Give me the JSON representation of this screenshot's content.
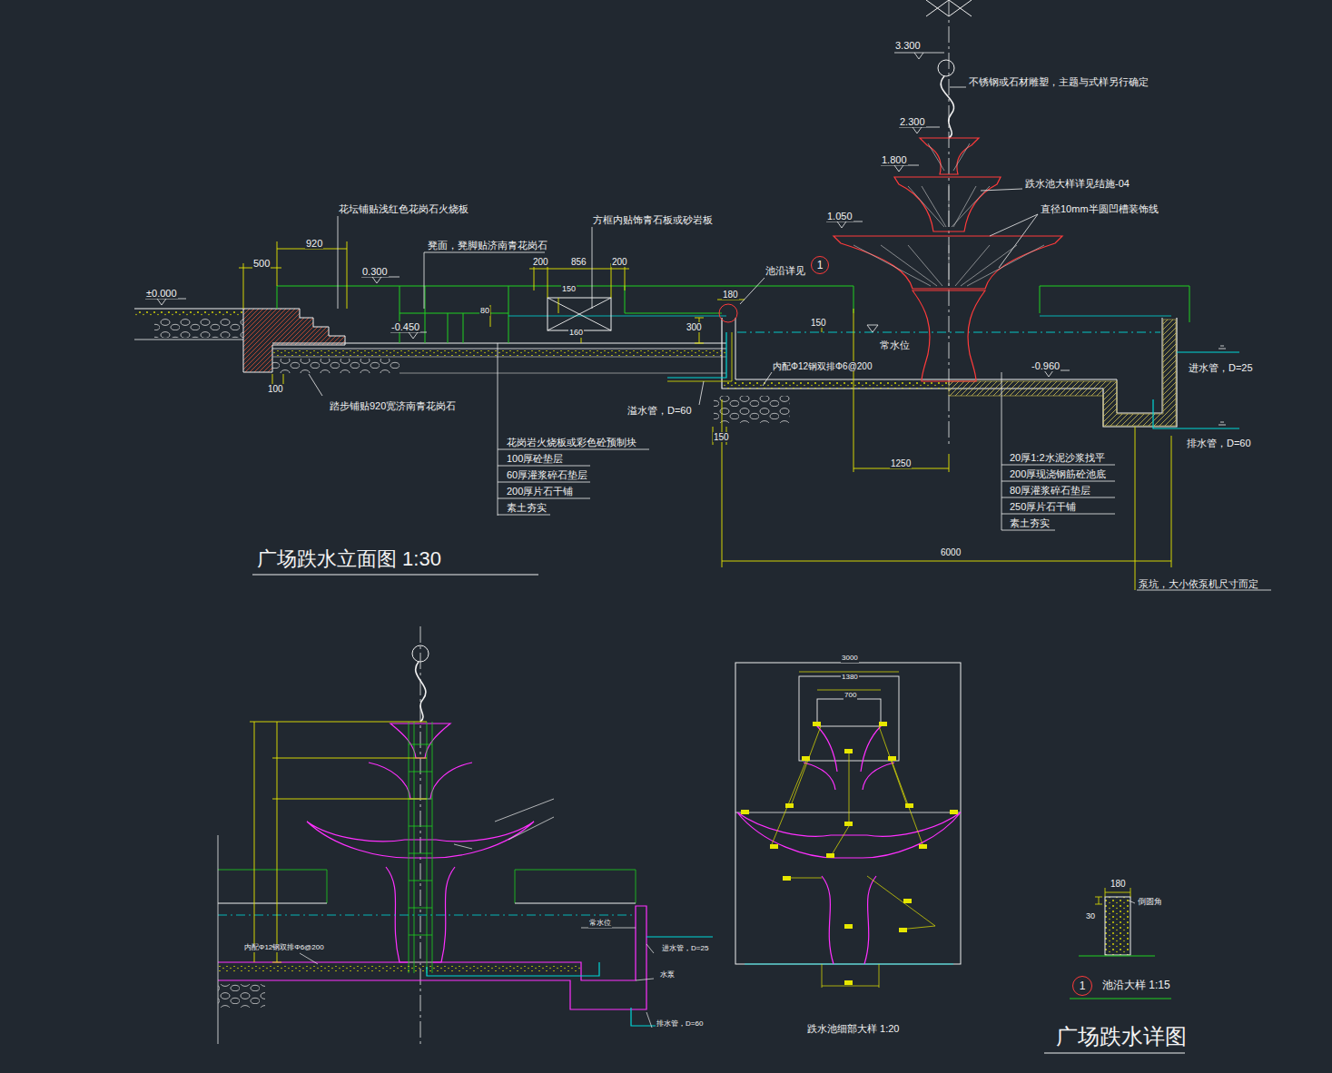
{
  "diagram": {
    "title": "广场跌水详图",
    "nodes": [
      {
        "text": [
          "1"
        ]
      },
      {
        "text": [
          "1"
        ]
      }
    ],
    "labels": [
      "3.300",
      "不锈钢或石材雕塑，主题与式样另行确定",
      "2.300",
      "1.800",
      "跌水池大样详见结施-04",
      "1.050",
      "直径10mm半圆凹槽装饰线",
      "花坛铺贴浅红色花岗石火烧板",
      "920",
      "500",
      "±0.000",
      "0.300",
      "凳面，凳脚贴济南青花岗石",
      "方框内贴饰青石板或砂岩板",
      "200",
      "856",
      "200",
      "池沿详见",
      "-0.450",
      "80",
      "150",
      "160",
      "180",
      "300",
      "150",
      "常水位",
      "内配Φ12钢双排Φ6@200",
      "-0.960",
      "进水管，D=25",
      "溢水管，D=60",
      "100",
      "150",
      "踏步铺贴920宽济南青花岗石",
      "排水管，D=60",
      "1250",
      "20厚1:2水泥沙浆找平",
      "200厚现浇钢筋砼池底",
      "80厚灌浆碎石垫层",
      "250厚片石干铺",
      "素土夯实",
      "花岗岩火烧板或彩色砼预制块",
      "100厚砼垫层",
      "60厚灌浆碎石垫层",
      "200厚片石干铺",
      "素土夯实",
      "6000",
      "泵坑，大小依泵机尺寸而定",
      "广场跌水立面图  1:30",
      "常水位",
      "进水管，D=25",
      "水泵",
      "排水管，D=60",
      "内配Φ12钢双排Φ6@200",
      "3000",
      "1380",
      "700",
      "跌水池细部大样  1:20",
      "180",
      "30",
      "倒圆角",
      "池沿大样  1:15"
    ]
  }
}
